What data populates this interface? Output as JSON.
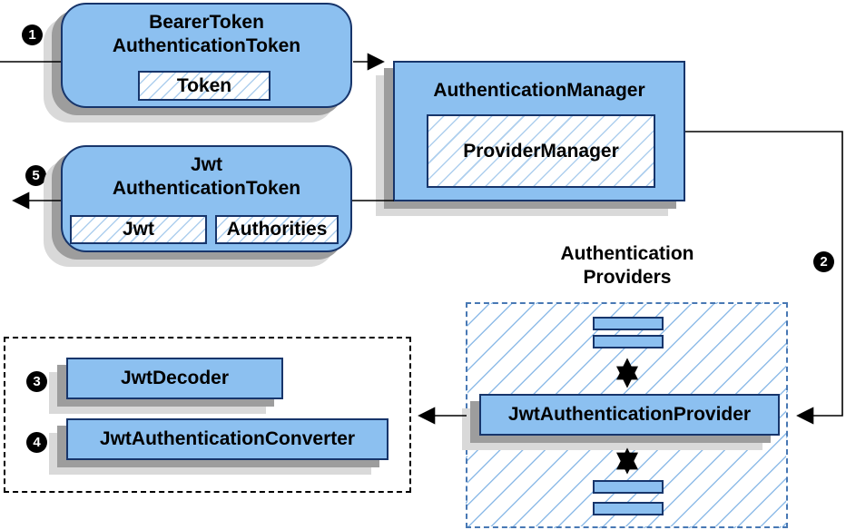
{
  "colors": {
    "box_fill": "#8cc0f0",
    "box_border": "#17356b",
    "hatch_chip": "#aecfee",
    "hatch_big": "#8fbce8",
    "dash_border": "#4878b4",
    "shadow_dark": "#9d9d9d",
    "shadow_light": "#d9d9d9",
    "line": "#000000"
  },
  "badges": {
    "step1": "1",
    "step2": "2",
    "step3": "3",
    "step4": "4",
    "step5": "5"
  },
  "nodes": {
    "bearer_token": {
      "title_line1": "BearerToken",
      "title_line2": "AuthenticationToken",
      "chip": "Token"
    },
    "authentication_manager": {
      "title": "AuthenticationManager",
      "inner": "ProviderManager"
    },
    "jwt_authentication_token": {
      "title_line1": "Jwt",
      "title_line2": "AuthenticationToken",
      "chip_jwt": "Jwt",
      "chip_authorities": "Authorities"
    },
    "authentication_providers": {
      "label_line1": "Authentication",
      "label_line2": "Providers",
      "provider": "JwtAuthenticationProvider"
    },
    "jwt_tools": {
      "decoder": "JwtDecoder",
      "converter": "JwtAuthenticationConverter"
    }
  }
}
